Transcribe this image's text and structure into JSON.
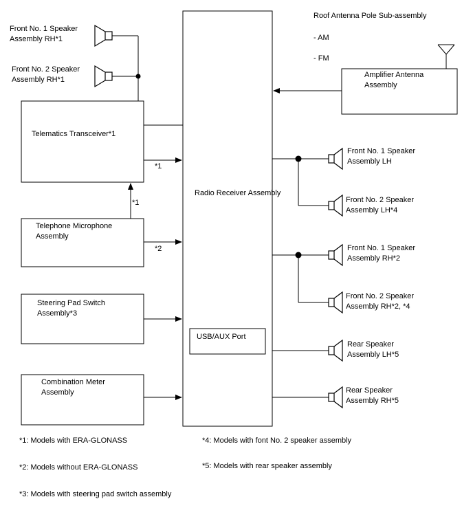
{
  "header": {
    "roof_antenna": "Roof Antenna Pole Sub-assembly",
    "am": "- AM",
    "fm": "- FM"
  },
  "components": {
    "radio_receiver": "Radio Receiver Assembly",
    "usb_aux": "USB/AUX Port",
    "amplifier_antenna": "Amplifier Antenna\nAssembly",
    "telematics": "Telematics Transceiver*1",
    "telephone_mic": "Telephone Microphone\nAssembly",
    "steering_pad": "Steering Pad Switch\nAssembly*3",
    "combination_meter": "Combination Meter\nAssembly"
  },
  "speakers": {
    "front1_rh_top": "Front No. 1 Speaker\nAssembly RH*1",
    "front2_rh_top": "Front No. 2 Speaker\nAssembly RH*1",
    "front1_lh": "Front No. 1 Speaker\nAssembly LH",
    "front2_lh": "Front No. 2 Speaker\nAssembly LH*4",
    "front1_rh": "Front No. 1 Speaker\nAssembly RH*2",
    "front2_rh": "Front No. 2 Speaker\nAssembly RH*2, *4",
    "rear_lh": "Rear Speaker\nAssembly LH*5",
    "rear_rh": "Rear Speaker\nAssembly RH*5"
  },
  "markers": {
    "m1_a": "*1",
    "m1_b": "*1",
    "m2": "*2"
  },
  "notes": {
    "n1": "*1: Models with ERA-GLONASS",
    "n2": "*2: Models without ERA-GLONASS",
    "n3": "*3: Models with steering pad switch assembly",
    "n4": "*4: Models with font No. 2 speaker assembly",
    "n5": "*5: Models with rear speaker assembly"
  }
}
